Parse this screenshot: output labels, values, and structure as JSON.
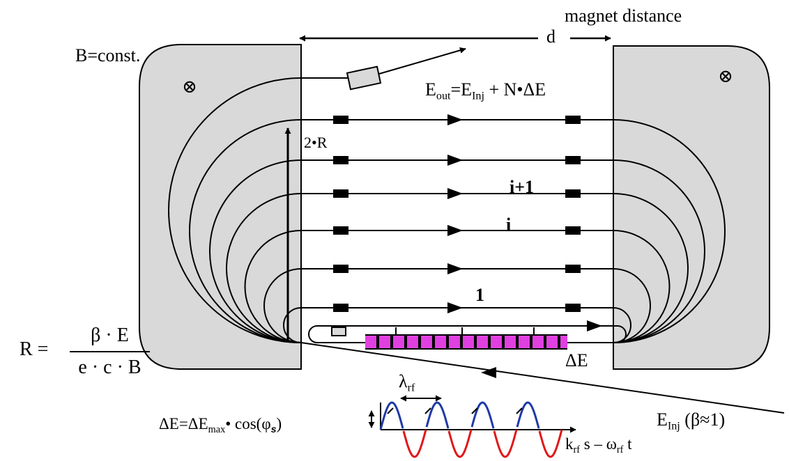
{
  "labels": {
    "magnet_distance": "magnet distance",
    "d": "d",
    "b_const": "B=const.",
    "cross_symbol": "⊗",
    "e_out": "E",
    "e_out_sub": "out",
    "e_out_eq": "=E",
    "e_out_inj_sub": "Inj",
    "e_out_rest": " + N•ΔE",
    "two_r": "2•R",
    "orbit_i_plus_1": "i+1",
    "orbit_i": "i",
    "orbit_1": "1",
    "r_lhs": "R =",
    "r_num": "β · E",
    "r_den": "e · c · B",
    "delta_e": "ΔE",
    "lambda": "λ",
    "lambda_sub": "rf",
    "de_eq_pre": "ΔE=ΔE",
    "de_eq_sub": "max",
    "de_eq_mid": "• cos(φ",
    "de_eq_s": "s",
    "de_eq_end": ")",
    "e_inj": "E",
    "e_inj_sub": "Inj",
    "e_inj_rest": " (β≈1)",
    "phase_k": "k",
    "phase_k_sub": "rf",
    "phase_mid": " s – ω",
    "phase_w_sub": "rf",
    "phase_end": " t"
  },
  "colors": {
    "magnet_fill": "#d9d9d9",
    "rf_structure": "#e040e0",
    "wave_positive": "#1f3aa8",
    "wave_negative": "#e01818"
  }
}
